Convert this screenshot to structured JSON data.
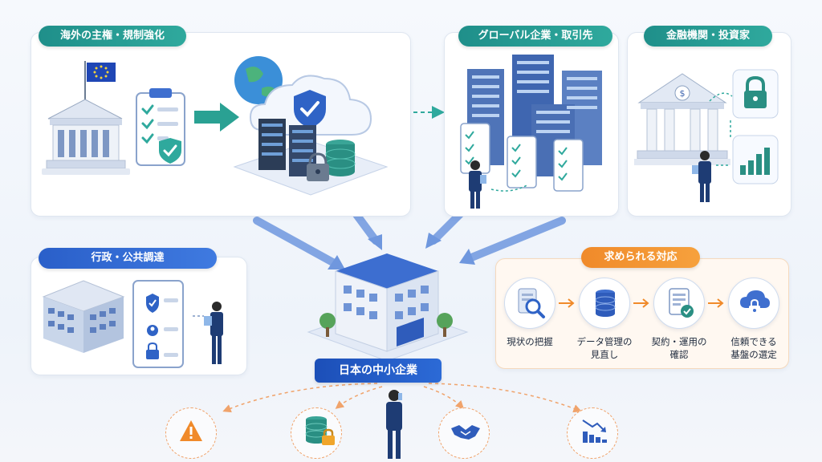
{
  "labels": {
    "overseas": "海外の主権・規制強化",
    "global": "グローバル企業・取引先",
    "finance": "金融機関・投資家",
    "government": "行政・公共調達",
    "response": "求められる対応",
    "center": "日本の中小企業"
  },
  "steps": [
    {
      "label": "現状の把握",
      "icon": "document-search-icon"
    },
    {
      "label": "データ管理の\n見直し",
      "icon": "database-icon"
    },
    {
      "label": "契約・運用の\n確認",
      "icon": "contract-check-icon"
    },
    {
      "label": "信頼できる\n基盤の選定",
      "icon": "cloud-lock-icon"
    }
  ],
  "risks": [
    {
      "icon": "warning-icon"
    },
    {
      "icon": "database-lock-icon"
    },
    {
      "icon": "handshake-icon"
    },
    {
      "icon": "declining-chart-icon"
    }
  ],
  "colors": {
    "teal": "#1f8f8a",
    "blue": "#2a5fc9",
    "orange": "#f08a2a",
    "navy": "#1c4fb8"
  }
}
